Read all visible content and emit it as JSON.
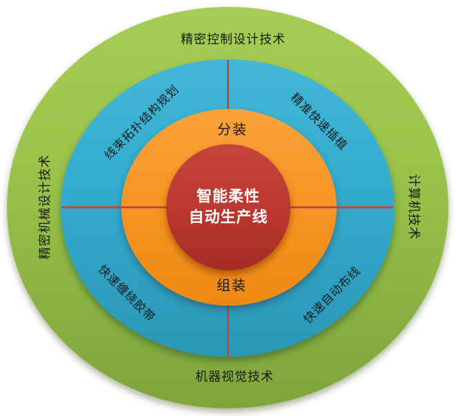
{
  "diagram": {
    "type": "concentric-rings",
    "center": {
      "line1": "智能柔性",
      "line2": "自动生产线"
    },
    "rings": {
      "inner": {
        "top": "分装",
        "bottom": "组装"
      },
      "middle": {
        "top_left": "线束拓扑结构规划",
        "top_right": "精准快速插植",
        "bottom_left": "快速缠绕胶带",
        "bottom_right": "快速自动布线"
      },
      "outer": {
        "top": "精密控制设计技术",
        "right": "计算机技术",
        "bottom": "机器视觉技术",
        "left": "精密机械设计技术"
      }
    },
    "colors": {
      "outer_ring": "#9ac34a",
      "middle_ring": "#34abcd",
      "inner_ring": "#f79422",
      "core": "#bc3831",
      "divider_line": "#c0493c",
      "label_text": "#1b1b1b",
      "center_text": "#ffffff",
      "background": "#ffffff"
    }
  }
}
